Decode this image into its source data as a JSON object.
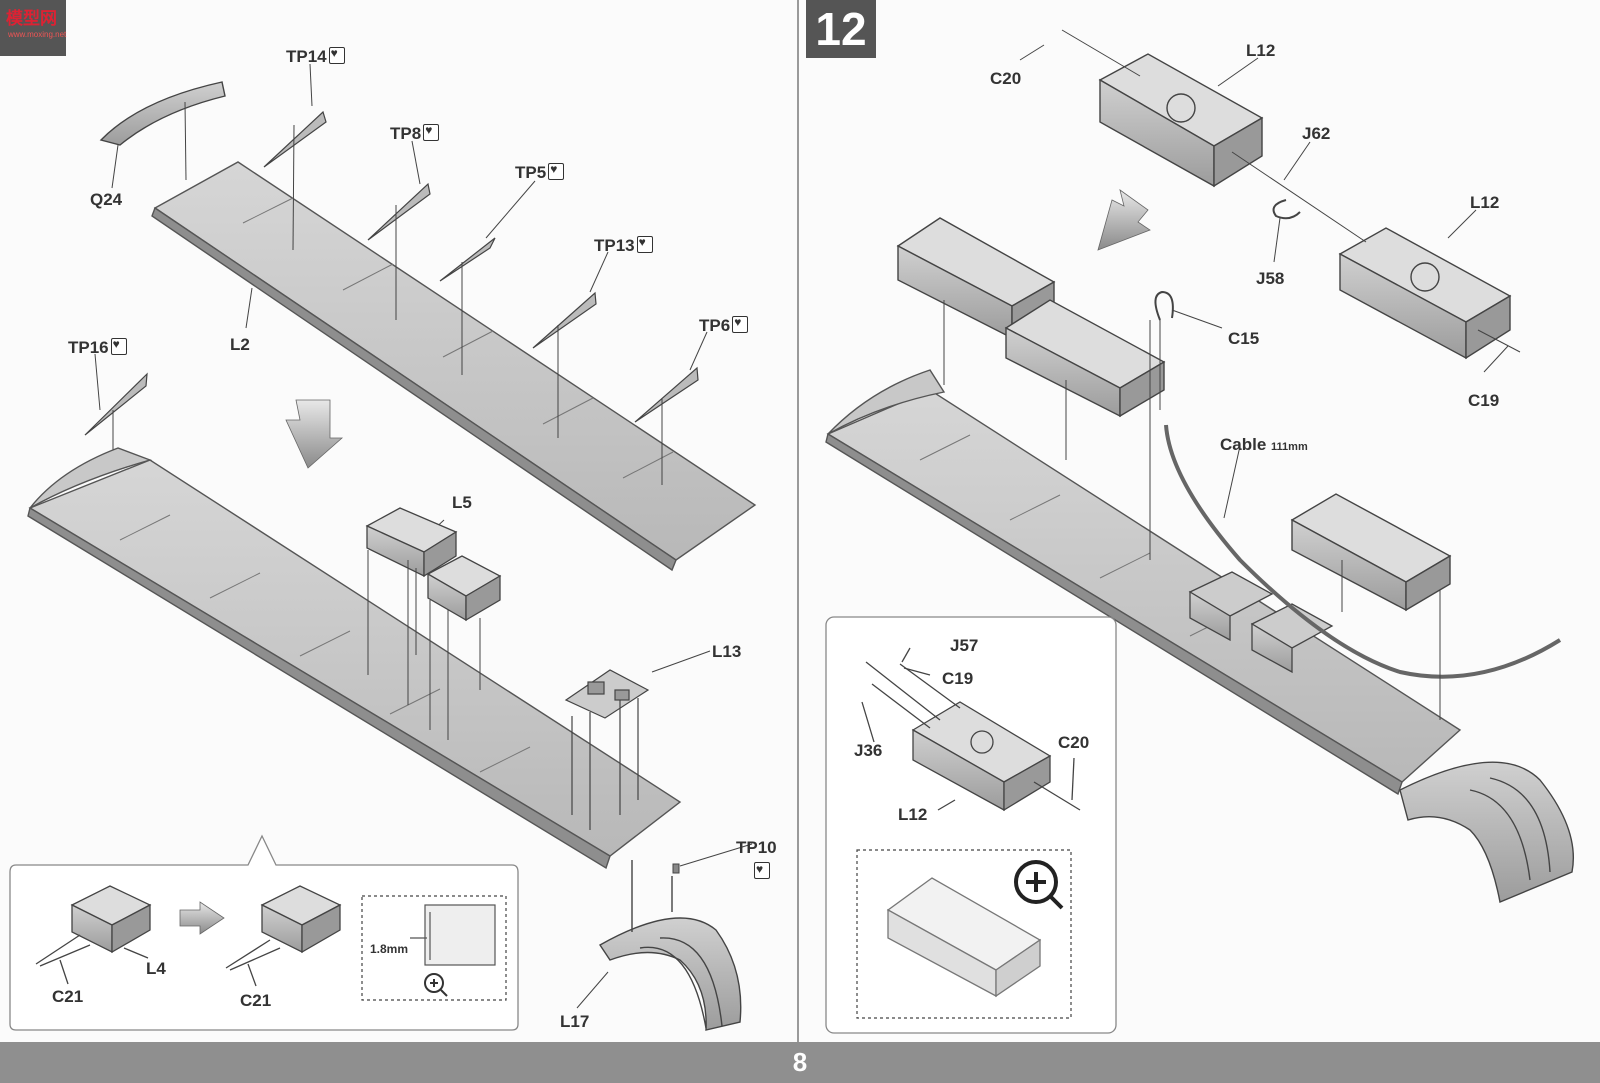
{
  "page": {
    "number": "8",
    "step": "12"
  },
  "logo": {
    "text": "模型网",
    "sub": "www.moxing.net"
  },
  "labels": {
    "tp14": "TP14",
    "q24": "Q24",
    "tp8": "TP8",
    "tp5": "TP5",
    "tp13": "TP13",
    "tp6": "TP6",
    "l2": "L2",
    "tp16": "TP16",
    "l5": "L5",
    "l13": "L13",
    "tp10": "TP10",
    "l4": "L4",
    "c21_a": "C21",
    "c21_b": "C21",
    "l17": "L17",
    "measure": "1.8mm",
    "c20_top": "C20",
    "l12_top": "L12",
    "j62": "J62",
    "l12_right": "L12",
    "j58": "J58",
    "c15": "C15",
    "c19_right": "C19",
    "cable": "Cable",
    "cable_len": "111mm",
    "j57": "J57",
    "c19_inset": "C19",
    "j36": "J36",
    "c20_inset": "C20",
    "l12_inset": "L12"
  },
  "icons": [
    "ship-heart-icon",
    "down-arrow-icon",
    "zoom-in-icon",
    "small-arrow-icon"
  ]
}
